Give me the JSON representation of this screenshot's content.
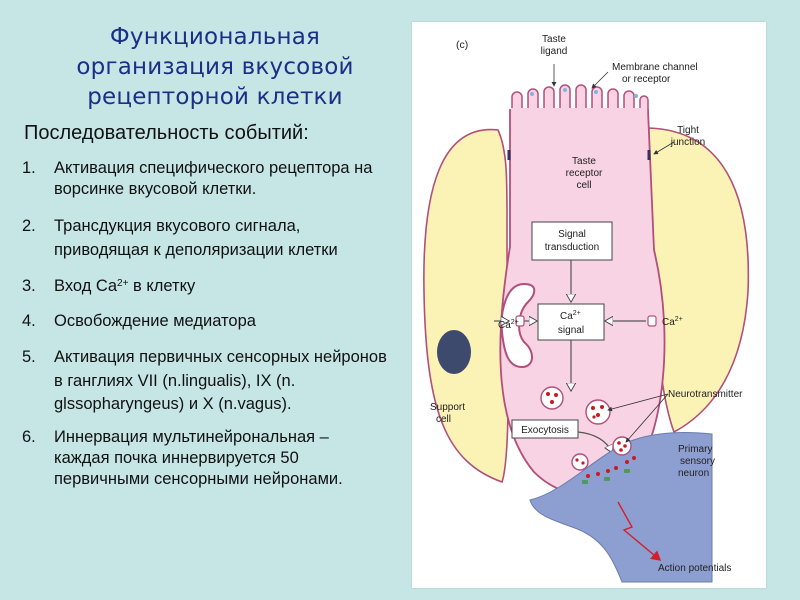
{
  "title": {
    "lines": [
      "Функциональная",
      "организация вкусовой",
      "рецепторной клетки"
    ]
  },
  "subtitle": "Последовательность событий:",
  "steps": [
    {
      "num": "1.",
      "text": "Активация специфического рецептора на ворсинке вкусовой клетки."
    },
    {
      "num": "2.",
      "text": "Трансдукция вкусового сигнала, приводящая к деполяризации клетки"
    },
    {
      "num": "3.",
      "text": "Вход Ca",
      "sup": "2+",
      "after": " в клетку"
    },
    {
      "num": "4.",
      "text": "Освобождение медиатора"
    },
    {
      "num": "5.",
      "text": "Активация первичных сенсорных нейронов в ганглиях VII (n.lingualis),  IX (n. glssopharyngeus) и X (n.vagus)."
    },
    {
      "num": "6.",
      "text": "Иннервация мультинейрональная – каждая почка иннервируется 50 первичными сенсорными нейронами."
    }
  ],
  "figure": {
    "panel_label": "(c)",
    "taste_ligand": [
      "Taste",
      "ligand"
    ],
    "membrane_channel": [
      "Membrane channel",
      "or receptor"
    ],
    "tight_junction": [
      "Tight",
      "junction"
    ],
    "taste_receptor_cell": [
      "Taste",
      "receptor",
      "cell"
    ],
    "signal_transduction": [
      "Signal",
      "transduction"
    ],
    "ca_left": "Ca",
    "ca_right": "Ca",
    "ca_signal": [
      "Ca",
      "signal"
    ],
    "ca_sup": "2+",
    "support_cell": [
      "Support",
      "cell"
    ],
    "neurotransmitter": "Neurotransmitter",
    "exocytosis": "Exocytosis",
    "primary_neuron": [
      "Primary",
      "sensory",
      "neuron"
    ],
    "action_potentials": "Action potentials",
    "colors": {
      "receptor_cell": "#f7d3e3",
      "support_cell": "#fbf3b6",
      "neuron": "#8d9fd0",
      "outline": "#b24f7a",
      "vesicle": "#c41c24"
    }
  }
}
